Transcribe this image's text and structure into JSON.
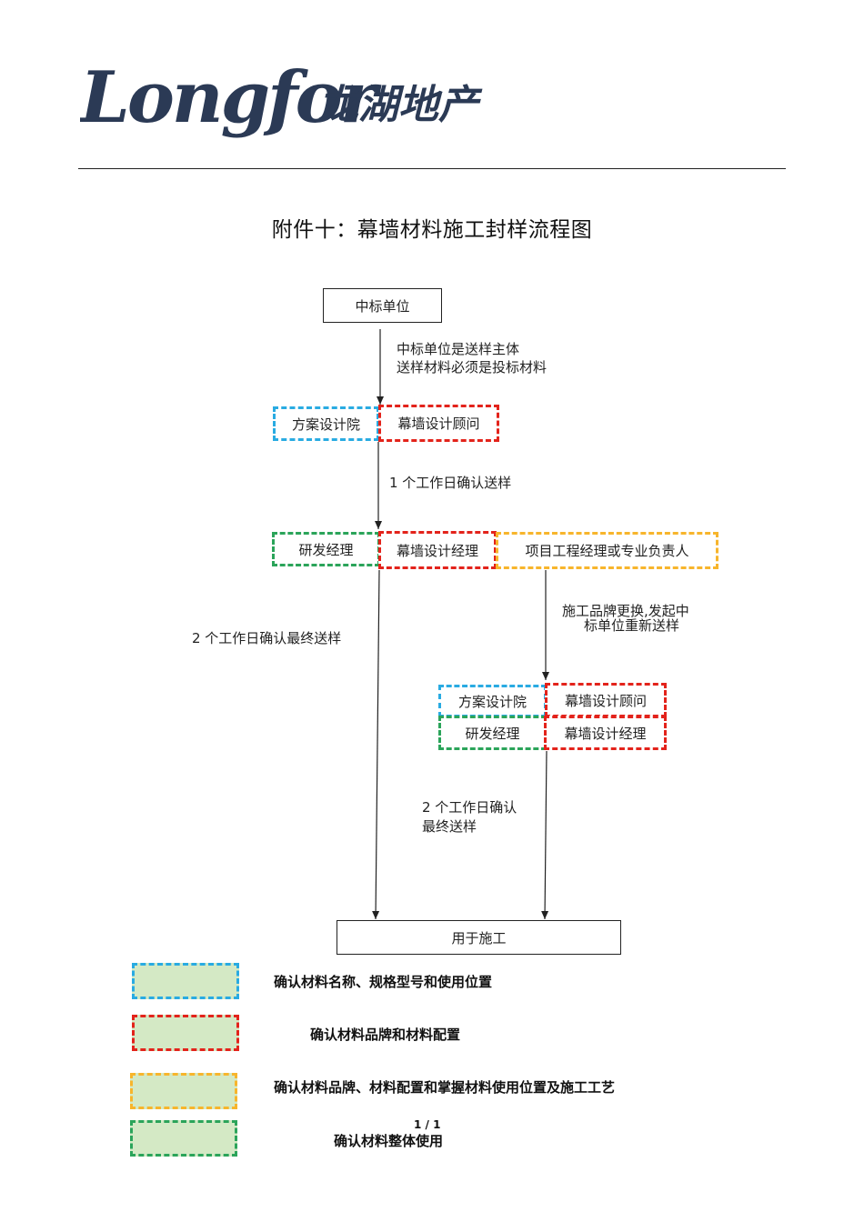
{
  "header": {
    "logo_text": "Longfor",
    "logo_cn": "龙湖地产",
    "brand_color": "#2b3a55"
  },
  "title": "附件十：幕墙材料施工封样流程图",
  "flow": {
    "start": "中标单位",
    "note1_line1": "中标单位是送样主体",
    "note1_line2": "送样材料必须是投标材料",
    "row1": {
      "a": "方案设计院",
      "b": "幕墙设计顾问"
    },
    "note2": "1 个工作日确认送样",
    "row2": {
      "a": "研发经理",
      "b": "幕墙设计经理",
      "c": "项目工程经理或专业负责人"
    },
    "note3_line1": "施工品牌更换,发起中",
    "note3_line2": "标单位重新送样",
    "note4": "2 个工作日确认最终送样",
    "row3": {
      "a": "方案设计院",
      "b": "幕墙设计顾问",
      "c": "研发经理",
      "d": "幕墙设计经理"
    },
    "note5_line1": "2 个工作日确认",
    "note5_line2": "最终送样",
    "end": "用于施工"
  },
  "legend": [
    {
      "color": "blue",
      "text": "确认材料名称、规格型号和使用位置"
    },
    {
      "color": "red",
      "text": "确认材料品牌和材料配置"
    },
    {
      "color": "yellow",
      "text": "确认材料品牌、材料配置和掌握材料使用位置及施工工艺"
    },
    {
      "color": "green",
      "text": "确认材料整体使用"
    }
  ],
  "colors": {
    "blue": "#29abe2",
    "red": "#e3231b",
    "yellow": "#f7b52c",
    "green": "#2ba45a",
    "swatch_fill": "#d4e9c5"
  },
  "page_number": "1 / 1"
}
